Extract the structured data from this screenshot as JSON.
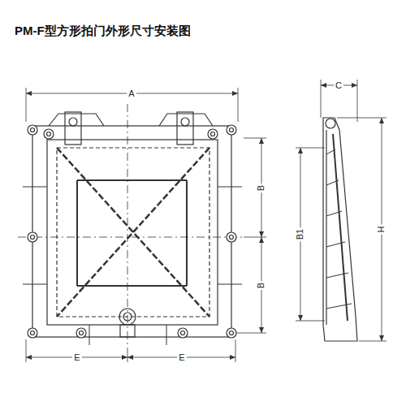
{
  "diagram": {
    "title": "PM-F型方形拍门外形尺寸安装图",
    "labels": [
      "A",
      "C",
      "B",
      "B",
      "B1",
      "H",
      "E",
      "E"
    ]
  }
}
